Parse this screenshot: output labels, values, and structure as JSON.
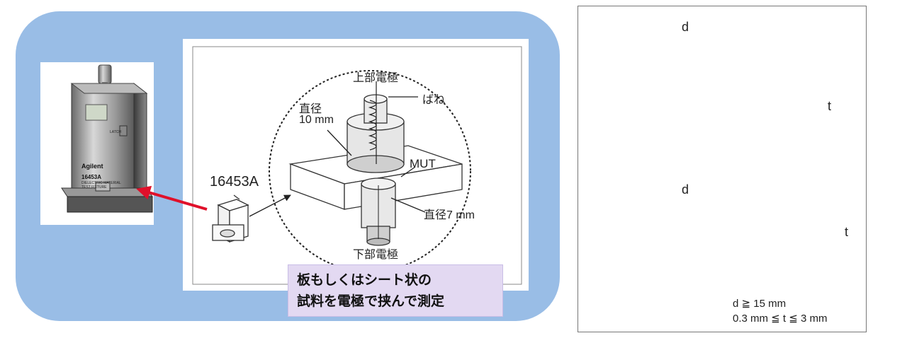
{
  "colors": {
    "panel_blue": "#99bde6",
    "caption_bg": "#e3d9f2",
    "arrow_red": "#e0102a"
  },
  "photo": {
    "brand": "Agilent",
    "model": "16453A",
    "subtitle_line1": "DIELECTRIC MATERIAL",
    "subtitle_line2": "TEST FIXTURE",
    "latch": "LATCH"
  },
  "fixture": {
    "model_label": "16453A",
    "upper_electrode": "上部電極",
    "spring": "ばね",
    "diameter_upper_line1": "直径",
    "diameter_upper_line2": "10 mm",
    "mut": "MUT",
    "diameter_lower": "直径7 mm",
    "lower_electrode": "下部電極"
  },
  "caption": {
    "line1": "板もしくはシート状の",
    "line2": "試料を電極で挟んで測定"
  },
  "sample": {
    "disk_d": "d",
    "disk_t": "t",
    "square_d": "d",
    "square_t": "t",
    "condition_d": "d ≧ 15 mm",
    "condition_t": "0.3 mm ≦ t ≦ 3 mm"
  }
}
